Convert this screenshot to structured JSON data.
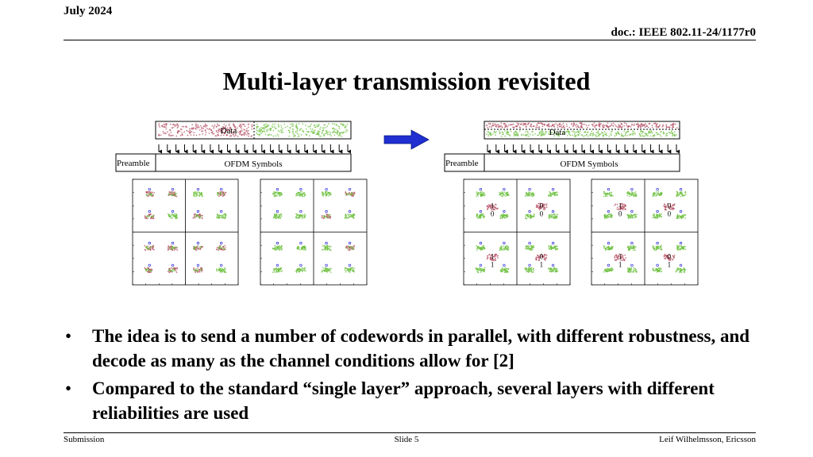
{
  "header": {
    "date": "July 2024",
    "doc_id": "doc.: IEEE 802.11-24/1177r0"
  },
  "title": "Multi-layer transmission revisited",
  "figure": {
    "left": {
      "data_label": "Data",
      "preamble_label": "Preamble",
      "ofdm_label": "OFDM Symbols"
    },
    "right": {
      "data_label": "Data",
      "preamble_label": "Preamble",
      "ofdm_label": "OFDM Symbols"
    },
    "colors": {
      "layer_a": "#b3485e",
      "layer_b": "#6abf3a",
      "arrow": "#1f2fd0",
      "ref_point": "#2b2bd8"
    },
    "right_bit_labels": [
      {
        "top": "1",
        "bottom": "0"
      },
      {
        "top": "0",
        "bottom": "0"
      },
      {
        "top": "1",
        "bottom": "1"
      },
      {
        "top": "0",
        "bottom": "1"
      }
    ]
  },
  "bullets": [
    "The idea is to send a number of codewords in parallel, with different robustness, and decode as many as the channel conditions allow for [2]",
    "Compared to the standard “single layer” approach, several layers with different reliabilities are used"
  ],
  "bullet_marker": "•",
  "footer": {
    "left": "Submission",
    "center": "Slide 5",
    "right": "Leif Wilhelmsson, Ericsson"
  }
}
